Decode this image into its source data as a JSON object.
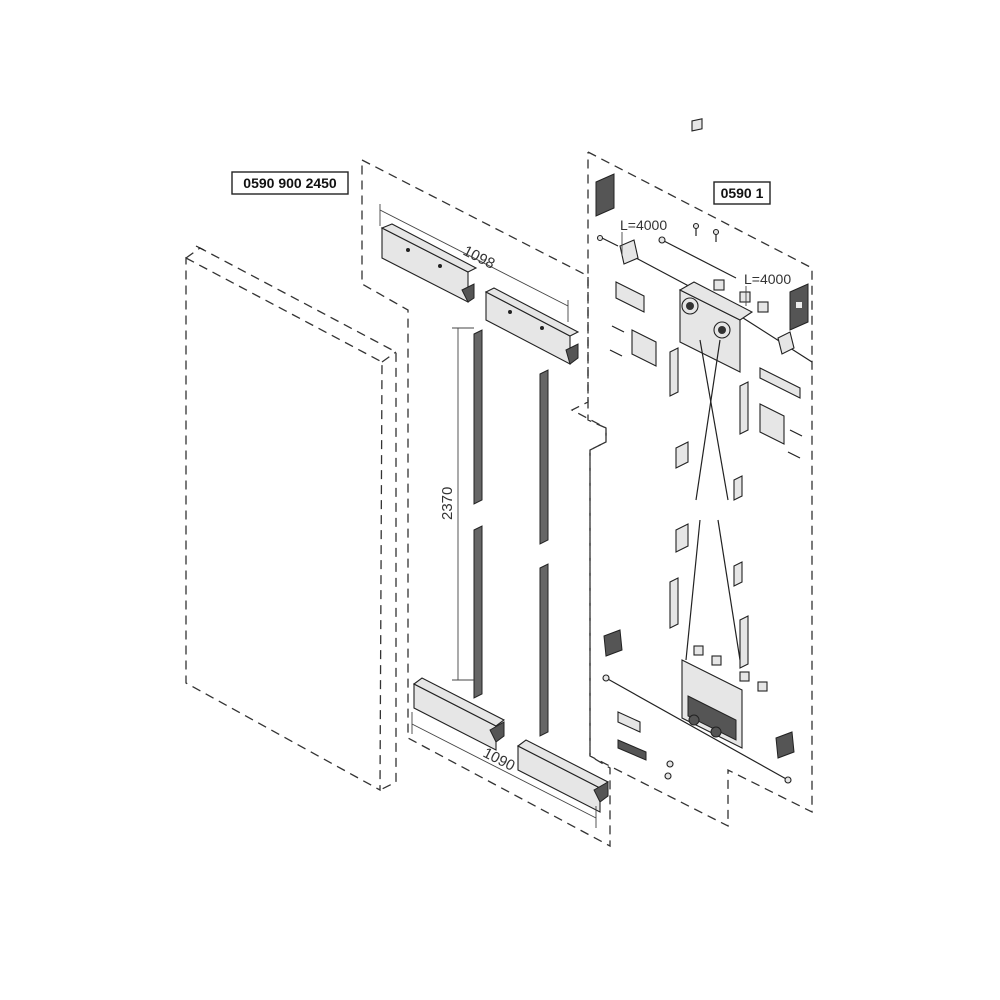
{
  "labels": {
    "kit_code": "0590 900 2450",
    "set_code": "0590 1"
  },
  "dimensions": {
    "top_width": "1098",
    "bottom_width": "1090",
    "height": "2370",
    "cable_length_left": "L=4000",
    "cable_length_right": "L=4000"
  }
}
